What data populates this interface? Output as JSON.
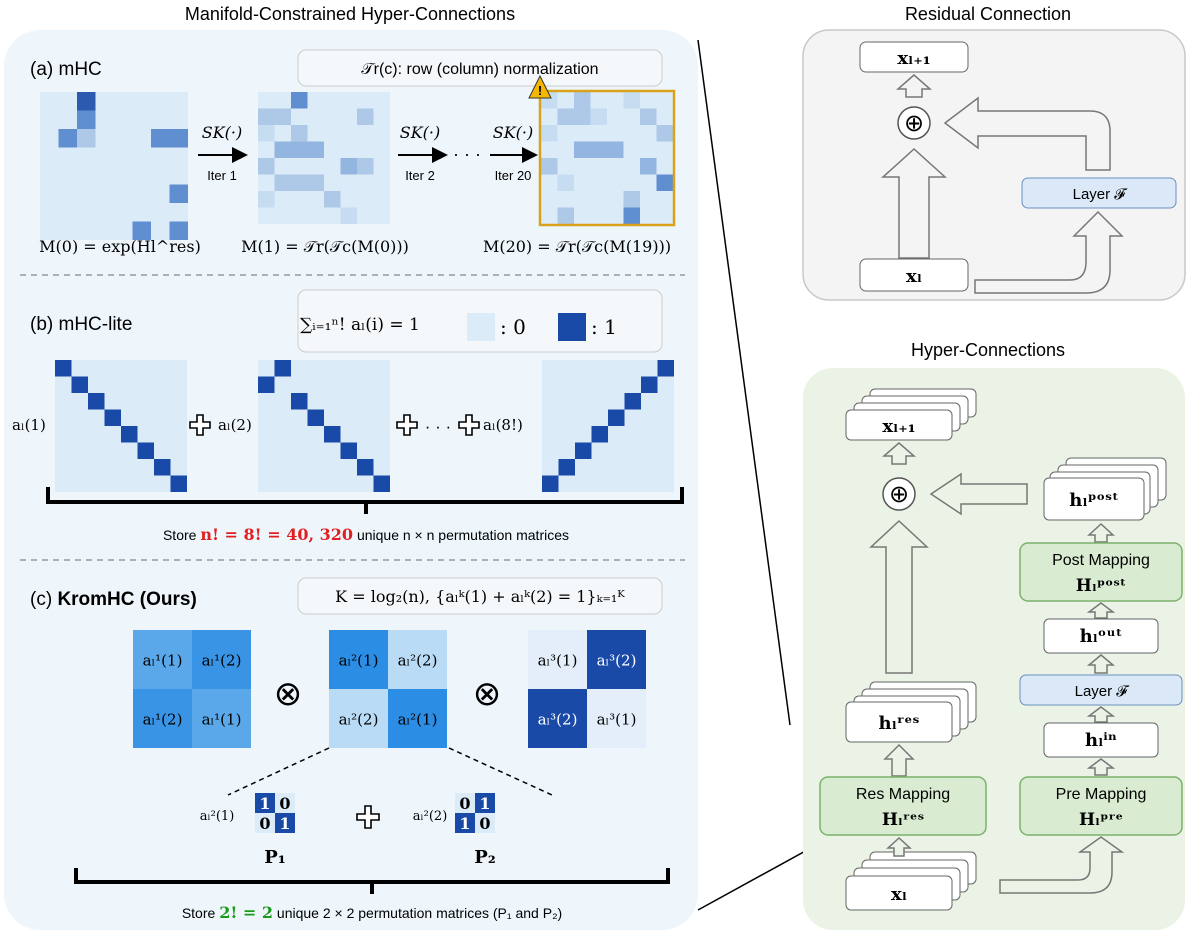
{
  "titles": {
    "left": "Manifold-Constrained Hyper-Connections",
    "residual": "Residual Connection",
    "hyper": "Hyper-Connections"
  },
  "mhc": {
    "label": "(a) mHC",
    "norm_note": "𝒯r(c): row (column) normalization",
    "sk": "SK(·)",
    "iter1": "Iter 1",
    "iter2": "Iter 2",
    "iter20": "Iter 20",
    "dots": "· · ·",
    "warn": "!",
    "cap0": "M(0) = exp(Hl^res)",
    "cap1": "M(1) = 𝒯r(𝒯c(M(0)))",
    "cap20": "M(20) = 𝒯r(𝒯c(M(19)))"
  },
  "lite": {
    "label": "(b) mHC-lite",
    "formula": "∑ᵢ₌₁ⁿ! aₗ(i) = 1",
    "legend0": ": 0",
    "legend1": ": 1",
    "a1": "aₗ(1)",
    "a2": "aₗ(2)",
    "a8": "aₗ(8!)",
    "dots": "· · ·",
    "store_pre": "Store",
    "store_val": "n! = 8! = 40, 320",
    "store_post": "unique  n × n permutation matrices"
  },
  "krom": {
    "label_pre": "(c)",
    "label_bold": "KromHC (Ours)",
    "formula": "K = log₂(n), {aₗᵏ(1) + aₗᵏ(2) = 1}ₖ₌₁ᴷ",
    "m1": [
      "aₗ¹(1)",
      "aₗ¹(2)",
      "aₗ¹(2)",
      "aₗ¹(1)"
    ],
    "m2": [
      "aₗ²(1)",
      "aₗ²(2)",
      "aₗ²(2)",
      "aₗ²(1)"
    ],
    "m3": [
      "aₗ³(1)",
      "aₗ³(2)",
      "aₗ³(2)",
      "aₗ³(1)"
    ],
    "otimes": "⊗",
    "p1_coef": "aₗ²(1)",
    "p2_coef": "aₗ²(2)",
    "p1_cells": [
      "1",
      "0",
      "0",
      "1"
    ],
    "p2_cells": [
      "0",
      "1",
      "1",
      "0"
    ],
    "p1_label": "P₁",
    "p2_label": "P₂",
    "store_pre": "Store",
    "store_val": "2! = 2",
    "store_post": "unique  2 × 2 permutation matrices (P₁ and P₂)"
  },
  "residual": {
    "x_next": "xₗ₊₁",
    "x": "xₗ",
    "layer": "Layer 𝓕",
    "plus": "⊕"
  },
  "hyper": {
    "x_next": "xₗ₊₁",
    "x": "xₗ",
    "plus": "⊕",
    "h_post": "hₗᵖᵒˢᵗ",
    "post_mapping": "Post Mapping",
    "H_post": "Hₗᵖᵒˢᵗ",
    "h_out": "hₗᵒᵘᵗ",
    "layer": "Layer 𝓕",
    "h_in": "hₗⁱⁿ",
    "h_res": "hₗʳᵉˢ",
    "res_mapping": "Res Mapping",
    "H_res": "Hₗʳᵉˢ",
    "pre_mapping": "Pre Mapping",
    "H_pre": "Hₗᵖʳᵉ"
  },
  "colors": {
    "panel_left": "#eef6fb",
    "panel_hyper": "#eaf3e6",
    "panel_residual": "#f4f4f4",
    "cell_light": "#dcebf8",
    "cell_dark": "#1a4aa8",
    "green_box": "#d9ecd2",
    "blue_box": "#dbe8f8",
    "red": "#e02020",
    "green_text": "#1a9a1a",
    "gold": "#d9a21b"
  }
}
